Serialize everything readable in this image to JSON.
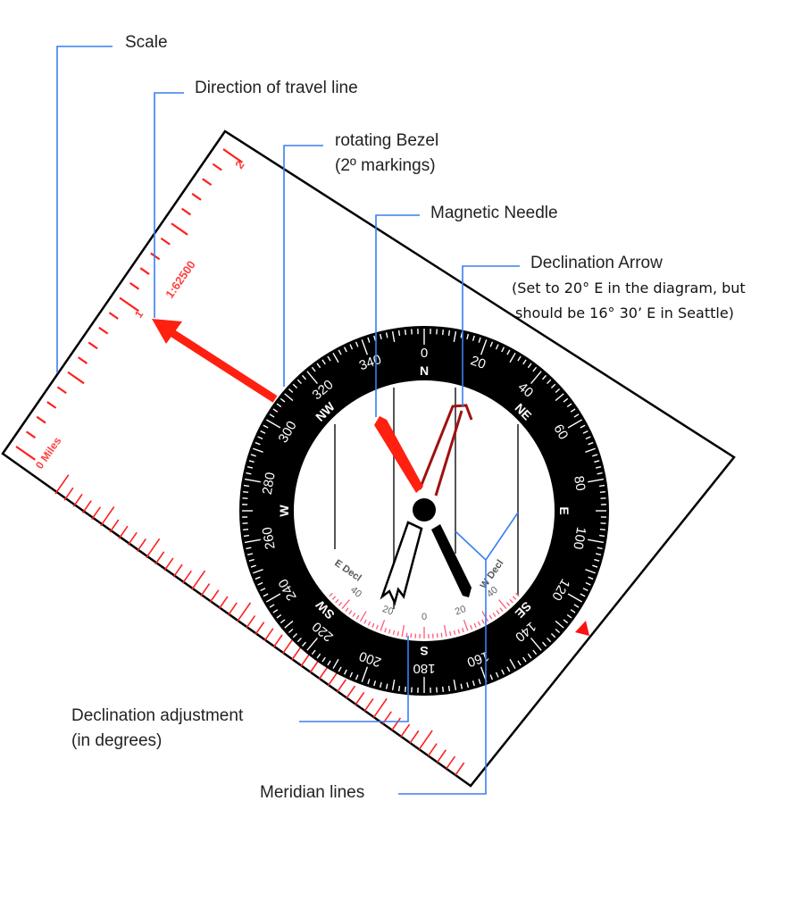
{
  "colors": {
    "leader": "#3a7ff0",
    "ruler": "#ff2020",
    "bezel": "#000000",
    "needle_north": "#ff2010",
    "decl_arrow": "#a01010",
    "decl_scale": "#ff5a78"
  },
  "labels": {
    "scale": "Scale",
    "direction_of_travel": "Direction of travel line",
    "bezel_line1": "rotating Bezel",
    "bezel_line2": "(2º markings)",
    "magnetic_needle": "Magnetic Needle",
    "declination_arrow": "Declination Arrow",
    "declination_note1": "(Set to 20° E in the diagram, but",
    "declination_note2": "should be 16° 30’ E in Seattle)",
    "declination_adjustment1": "Declination adjustment",
    "declination_adjustment2": "(in degrees)",
    "meridian_lines": "Meridian lines"
  },
  "ruler": {
    "zero": "0 Miles",
    "one": "1",
    "two": "2",
    "ratio": "1:62500"
  },
  "bezel": {
    "degrees": [
      "0",
      "20",
      "40",
      "60",
      "80",
      "100",
      "120",
      "140",
      "160",
      "180",
      "200",
      "220",
      "240",
      "260",
      "280",
      "300",
      "320",
      "340"
    ],
    "cardinals": [
      "N",
      "NE",
      "E",
      "SE",
      "S",
      "SW",
      "W",
      "NW"
    ]
  },
  "declination_scale": {
    "east_label": "E Decl",
    "west_label": "W Decl",
    "ticks": [
      "40",
      "20",
      "0",
      "20",
      "40"
    ]
  }
}
